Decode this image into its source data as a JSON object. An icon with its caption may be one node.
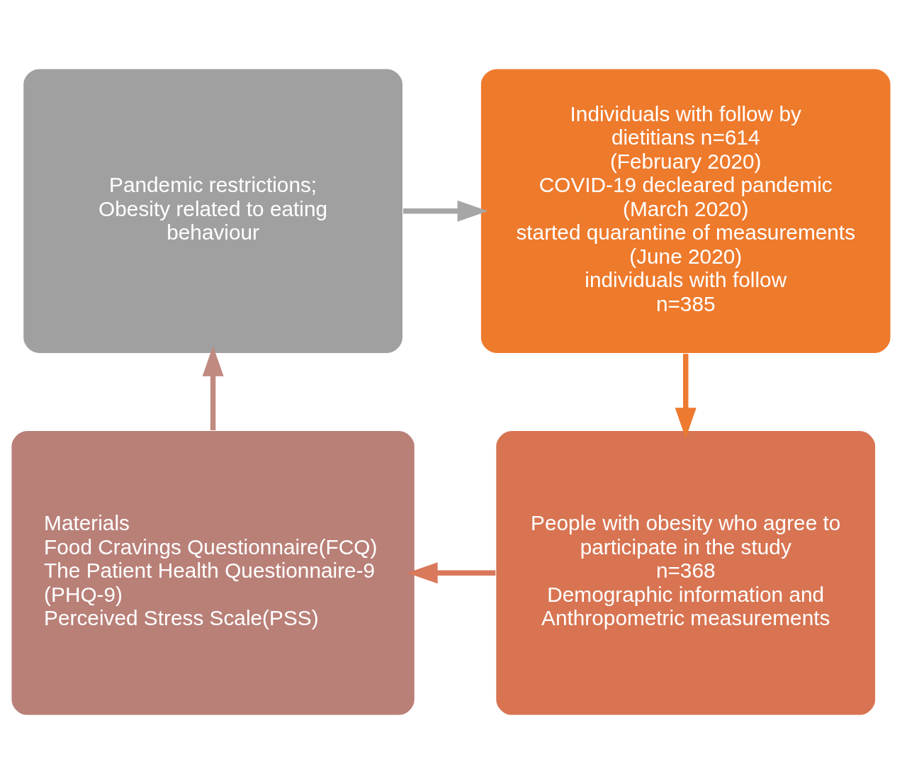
{
  "diagram": {
    "nodes": [
      {
        "text": [
          "Pandemic restrictions;",
          "Obesity related to eating behaviour"
        ]
      },
      {
        "text": [
          "Individuals with follow by dietitians n=614",
          "(February 2020)",
          "COVID-19 decleared pandemic",
          "(March 2020)",
          "started quarantine of measurements",
          "(June 2020)",
          "individuals with follow",
          "n=385"
        ]
      },
      {
        "text": [
          "People with obesity who agree to participate in the study",
          "n=368",
          "Demographic information and Anthropometric measurements"
        ]
      },
      {
        "text": [
          "Materials",
          "Food Cravings Questionnaire(FCQ)",
          "The Patient Health Questionnaire-9 (PHQ-9)",
          "Perceived Stress Scale(PSS)"
        ]
      }
    ],
    "edges": [
      {
        "from": 0,
        "to": 1,
        "arrow": "to",
        "color": "#a6a6a6"
      },
      {
        "from": 1,
        "to": 2,
        "arrow": "to",
        "color": "#ee7a30"
      },
      {
        "from": 2,
        "to": 3,
        "arrow": "to",
        "color": "#d9785a"
      },
      {
        "from": 3,
        "to": 0,
        "arrow": "to",
        "color": "#c08a80"
      }
    ]
  }
}
